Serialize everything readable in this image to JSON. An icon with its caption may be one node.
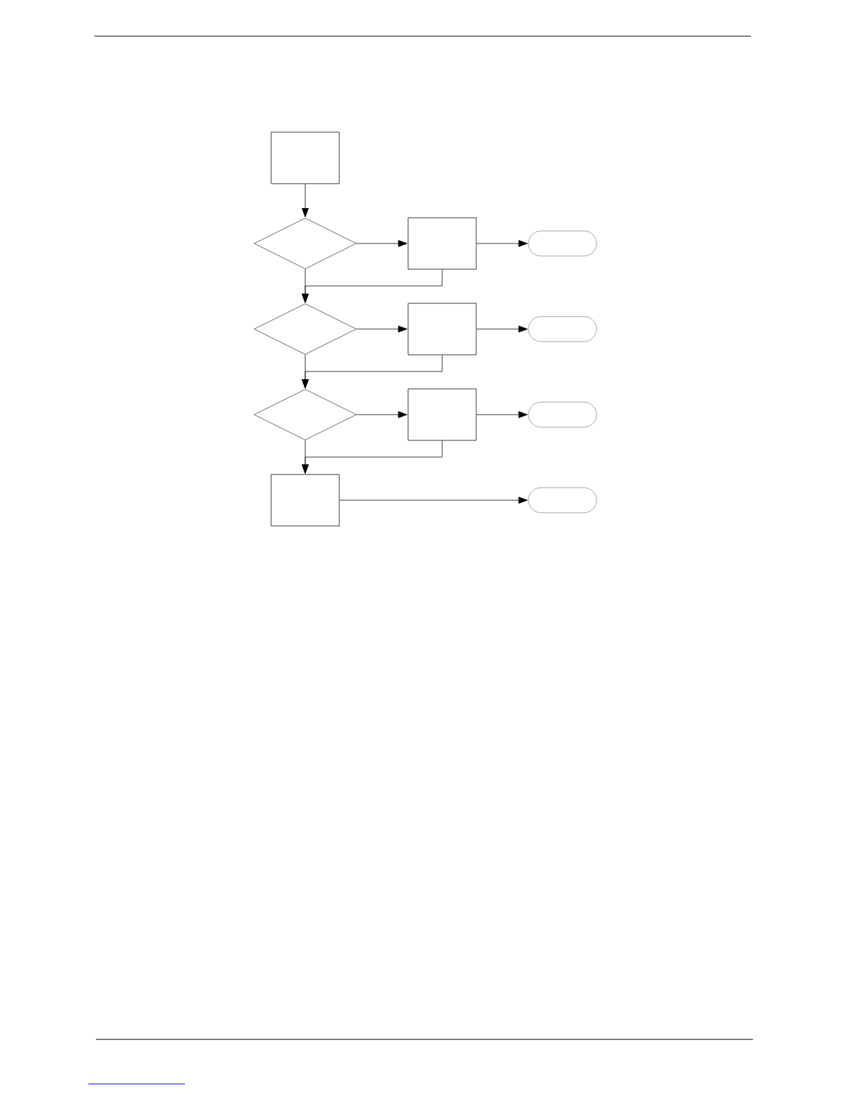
{
  "diagram": {
    "nodes": [
      {
        "text": [],
        "shape": "box"
      },
      {
        "text": [],
        "shape": "diamond"
      },
      {
        "text": [],
        "shape": "box"
      },
      {
        "text": [],
        "shape": "capsule"
      },
      {
        "text": [],
        "shape": "diamond"
      },
      {
        "text": [],
        "shape": "box"
      },
      {
        "text": [],
        "shape": "capsule"
      },
      {
        "text": [],
        "shape": "diamond"
      },
      {
        "text": [],
        "shape": "box"
      },
      {
        "text": [],
        "shape": "capsule"
      },
      {
        "text": [],
        "shape": "box"
      },
      {
        "text": [],
        "shape": "capsule"
      }
    ],
    "edges": [
      {
        "from": 0,
        "to": 1,
        "arrow": "to"
      },
      {
        "from": 1,
        "to": 2,
        "arrow": "to"
      },
      {
        "from": 2,
        "to": 3,
        "arrow": "to"
      },
      {
        "from": 1,
        "to": 4,
        "arrow": "to"
      },
      {
        "from": 2,
        "to": 4,
        "arrow": "to"
      },
      {
        "from": 4,
        "to": 5,
        "arrow": "to"
      },
      {
        "from": 5,
        "to": 6,
        "arrow": "to"
      },
      {
        "from": 4,
        "to": 7,
        "arrow": "to"
      },
      {
        "from": 5,
        "to": 7,
        "arrow": "to"
      },
      {
        "from": 7,
        "to": 8,
        "arrow": "to"
      },
      {
        "from": 8,
        "to": 9,
        "arrow": "to"
      },
      {
        "from": 7,
        "to": 10,
        "arrow": "to"
      },
      {
        "from": 8,
        "to": 10,
        "arrow": "to"
      },
      {
        "from": 10,
        "to": 11,
        "arrow": "to"
      }
    ]
  }
}
